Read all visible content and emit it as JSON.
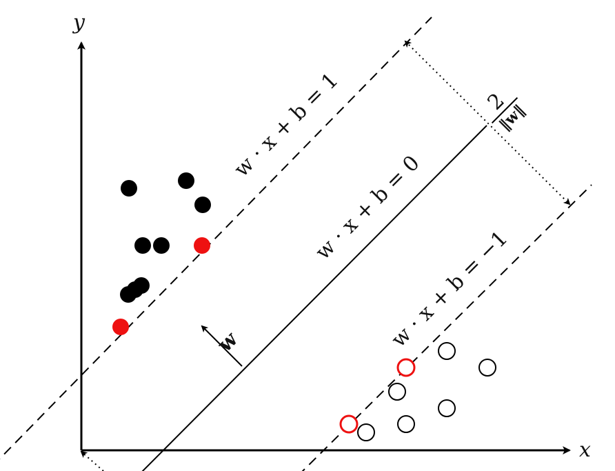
{
  "axes": {
    "x_label": "x",
    "y_label": "y"
  },
  "hyperplanes": {
    "positive": "w · x + b = 1",
    "decision": "w · x + b = 0",
    "negative": "w · x + b = −1"
  },
  "normal_vector_label": "w",
  "margin": {
    "numerator": "2",
    "denominator": "‖w‖"
  },
  "colors": {
    "axis": "#000000",
    "positive_class": "#000000",
    "negative_class": "#000000",
    "support_vector": "#ee1111"
  },
  "points": {
    "positive_class": [
      {
        "support_vector": false
      },
      {
        "support_vector": false
      },
      {
        "support_vector": false
      },
      {
        "support_vector": false
      },
      {
        "support_vector": false
      },
      {
        "support_vector": false
      },
      {
        "support_vector": false
      },
      {
        "support_vector": false
      },
      {
        "support_vector": true
      },
      {
        "support_vector": true
      }
    ],
    "negative_class": [
      {
        "support_vector": false
      },
      {
        "support_vector": false
      },
      {
        "support_vector": false
      },
      {
        "support_vector": false
      },
      {
        "support_vector": false
      },
      {
        "support_vector": false
      },
      {
        "support_vector": false
      },
      {
        "support_vector": true
      },
      {
        "support_vector": true
      }
    ]
  }
}
